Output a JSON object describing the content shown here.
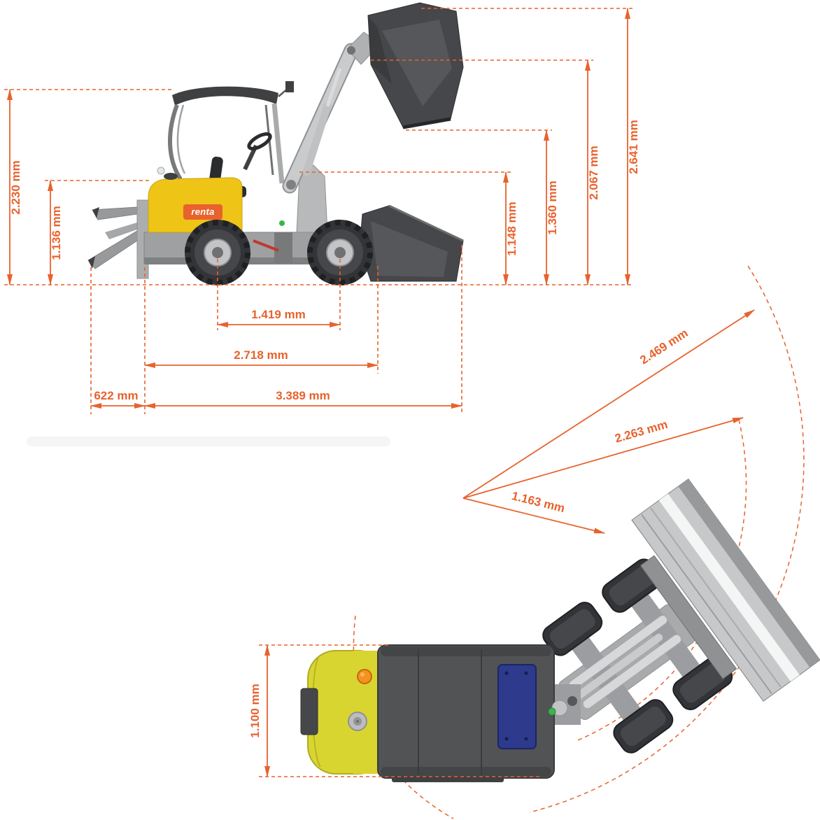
{
  "brand": {
    "label": "renta"
  },
  "units": "mm",
  "colors": {
    "dimension_accent": "#E8622D",
    "machine_yellow": "#EEC417",
    "top_hood_yellow": "#D9D530",
    "engine_blue": "#2E3A8C",
    "beacon_orange": "#F6921E",
    "machine_gray_dark": "#46474A",
    "machine_gray_light": "#C9CBCD"
  },
  "side_view": {
    "heights": {
      "cab": "2.230 mm",
      "hood": "1.136 mm",
      "pin_transport": "1.148 mm",
      "dump": "1.360 mm",
      "pin_mid": "2.067 mm",
      "max": "2.641 mm"
    },
    "lengths": {
      "wheelbase": "1.419 mm",
      "body": "2.718 mm",
      "rear_overhang": "622 mm",
      "total": "3.389 mm"
    }
  },
  "top_view": {
    "width": "1.100 mm",
    "turning_radius": {
      "outer": "2.469 mm",
      "bucket": "2.263 mm",
      "inner": "1.163 mm"
    }
  }
}
